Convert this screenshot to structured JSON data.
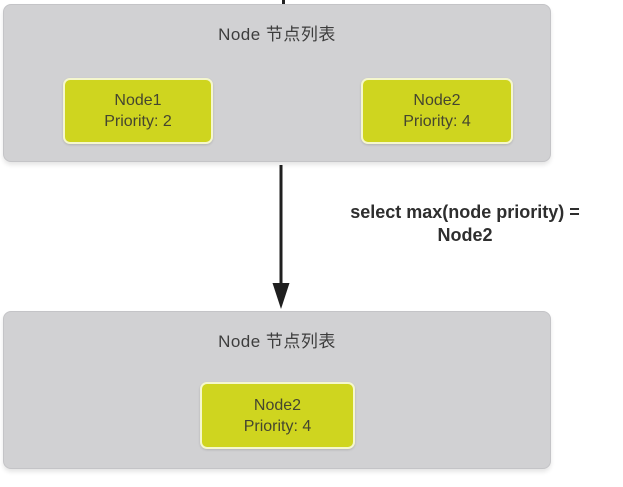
{
  "colors": {
    "background": "#ffffff",
    "panel_fill": "#d1d1d3",
    "panel_border": "#c4c4c7",
    "node_fill": "#cfd51f",
    "node_border": "#f5f7cd",
    "title_text": "#3d3d3d",
    "node_text": "#45462f",
    "arrow": "#1f1f1f",
    "label_text": "#2e2e2e"
  },
  "top_panel": {
    "title": "Node 节点列表",
    "nodes": [
      {
        "name": "Node1",
        "priority": "Priority: 2"
      },
      {
        "name": "Node2",
        "priority": "Priority: 4"
      }
    ]
  },
  "transition": {
    "label_line1": "select max(node priority) =",
    "label_line2": "Node2",
    "arrow_icon": "down-arrow"
  },
  "bottom_panel": {
    "title": "Node 节点列表",
    "nodes": [
      {
        "name": "Node2",
        "priority": "Priority: 4"
      }
    ]
  }
}
